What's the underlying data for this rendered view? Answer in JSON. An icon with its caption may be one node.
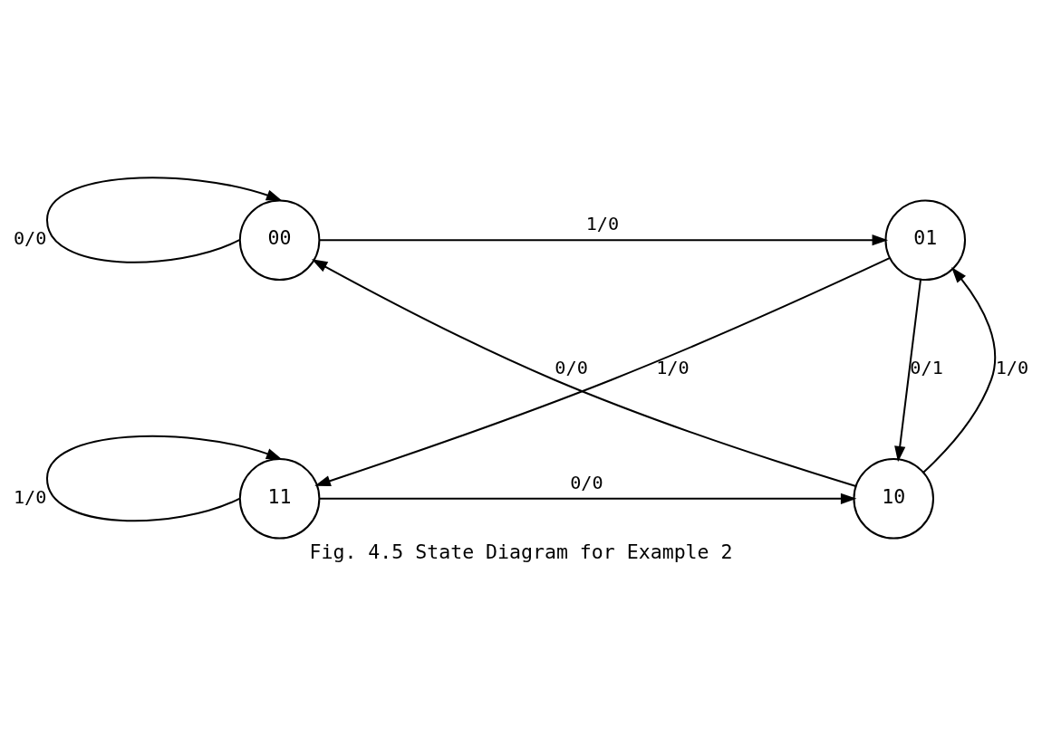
{
  "diagram": {
    "caption": "Fig. 4.5 State Diagram for Example 2",
    "nodes": [
      {
        "text": [
          "00"
        ]
      },
      {
        "text": [
          "01"
        ]
      },
      {
        "text": [
          "11"
        ]
      },
      {
        "text": [
          "10"
        ]
      }
    ],
    "edges": [
      {
        "from": 0,
        "to": 0,
        "arrow": "to",
        "label": "0/0"
      },
      {
        "from": 0,
        "to": 1,
        "arrow": "to",
        "label": "1/0"
      },
      {
        "from": 1,
        "to": 2,
        "arrow": "to",
        "label": "1/0"
      },
      {
        "from": 1,
        "to": 3,
        "arrow": "to",
        "label": "0/1"
      },
      {
        "from": 3,
        "to": 1,
        "arrow": "to",
        "label": "1/0"
      },
      {
        "from": 3,
        "to": 0,
        "arrow": "to",
        "label": "0/0"
      },
      {
        "from": 2,
        "to": 2,
        "arrow": "to",
        "label": "1/0"
      },
      {
        "from": 2,
        "to": 3,
        "arrow": "to",
        "label": "0/0"
      }
    ]
  }
}
